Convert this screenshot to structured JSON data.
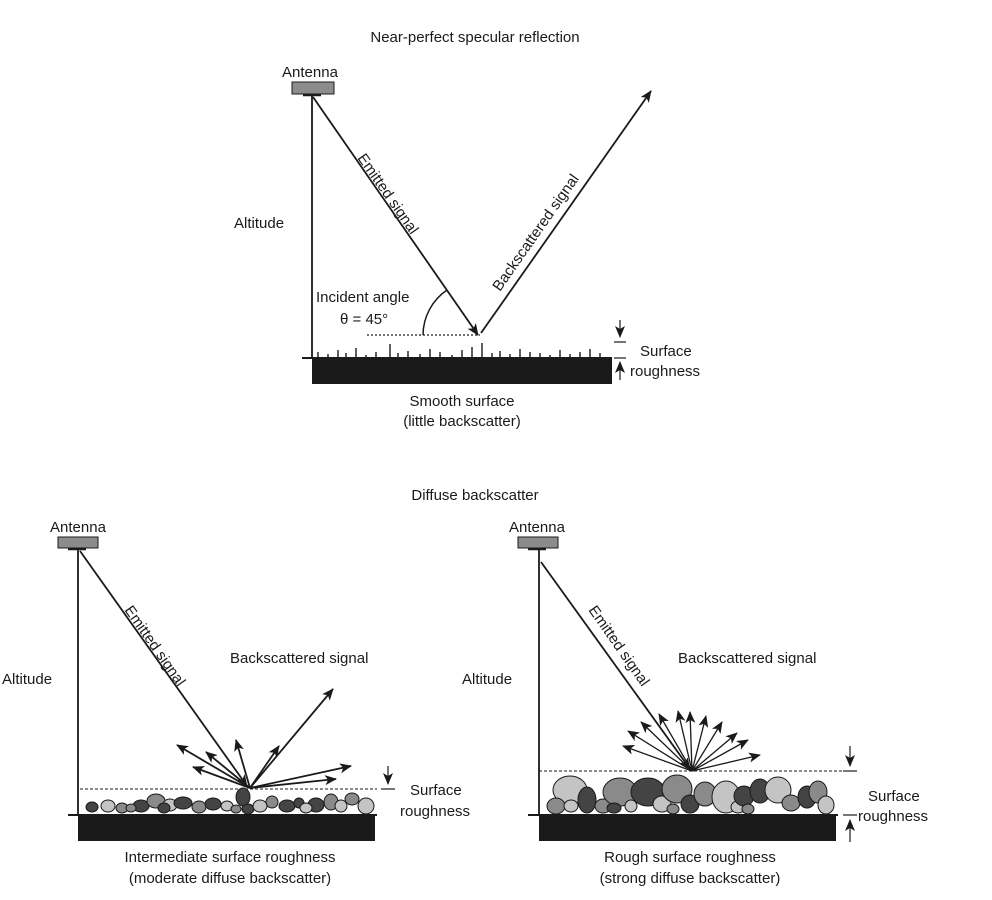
{
  "top_panel": {
    "title": "Near-perfect specular reflection",
    "antenna_label": "Antenna",
    "altitude_label": "Altitude",
    "emitted_label": "Emitted signal",
    "backscattered_label": "Backscattered signal",
    "incident_angle_label": "Incident angle",
    "theta_symbol": "θ",
    "angle_value": " = 45°",
    "roughness_label_line1": "Surface",
    "roughness_label_line2": "roughness",
    "caption_line1": "Smooth surface",
    "caption_line2": "(little backscatter)"
  },
  "bottom_title": "Diffuse backscatter",
  "left_panel": {
    "antenna_label": "Antenna",
    "altitude_label": "Altitude",
    "emitted_label": "Emitted signal",
    "backscattered_label": "Backscattered signal",
    "roughness_label_line1": "Surface",
    "roughness_label_line2": "roughness",
    "caption_line1": "Intermediate surface roughness",
    "caption_line2": "(moderate diffuse backscatter)"
  },
  "right_panel": {
    "antenna_label": "Antenna",
    "altitude_label": "Altitude",
    "emitted_label": "Emitted signal",
    "backscattered_label": "Backscattered signal",
    "roughness_label_line1": "Surface",
    "roughness_label_line2": "roughness",
    "caption_line1": "Rough surface roughness",
    "caption_line2": "(strong diffuse backscatter)"
  },
  "colors": {
    "ink": "#1a1a1a",
    "antenna_fill": "#8c8c8c",
    "pebble_dark": "#444444",
    "pebble_mid": "#8a8a8a",
    "pebble_light": "#c4c4c4"
  }
}
